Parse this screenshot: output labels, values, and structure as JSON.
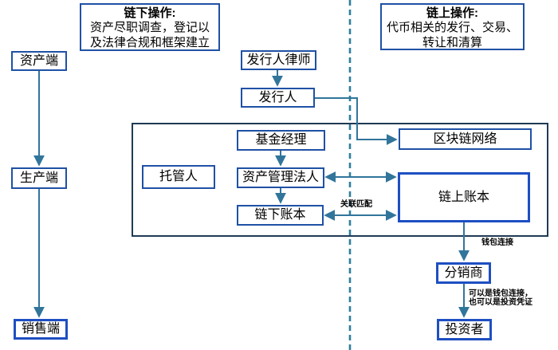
{
  "colors": {
    "node_border": "#1F51A5",
    "thick_node_border": "#1E4FC2",
    "connector": "#31759B",
    "divider": "#2E7E9E",
    "container_border": "#1F3A54",
    "text": "#000000",
    "background": "#FFFFFF"
  },
  "headers": {
    "offchain": {
      "title": "链下操作:",
      "lines": [
        "资产尽职调查，登记以",
        "及法律合规和框架建立"
      ]
    },
    "onchain": {
      "title": "链上操作:",
      "lines": [
        "代币相关的发行、交易、",
        "转让和清算"
      ]
    }
  },
  "nodes": {
    "asset_side": "资产端",
    "production_side": "生产端",
    "sales_side": "销售端",
    "issuer_lawyer": "发行人律师",
    "issuer": "发行人",
    "fund_manager": "基金经理",
    "custodian": "托管人",
    "asset_management_entity": "资产管理法人",
    "offchain_ledger": "链下账本",
    "blockchain_network": "区块链网络",
    "onchain_ledger": "链上账本",
    "distributor": "分销商",
    "investor": "投资者"
  },
  "edge_labels": {
    "association_match": "关联匹配",
    "wallet_connection": "钱包连接",
    "distributor_to_investor": [
      "可以是钱包连接，",
      "也可以是投资凭证"
    ]
  }
}
